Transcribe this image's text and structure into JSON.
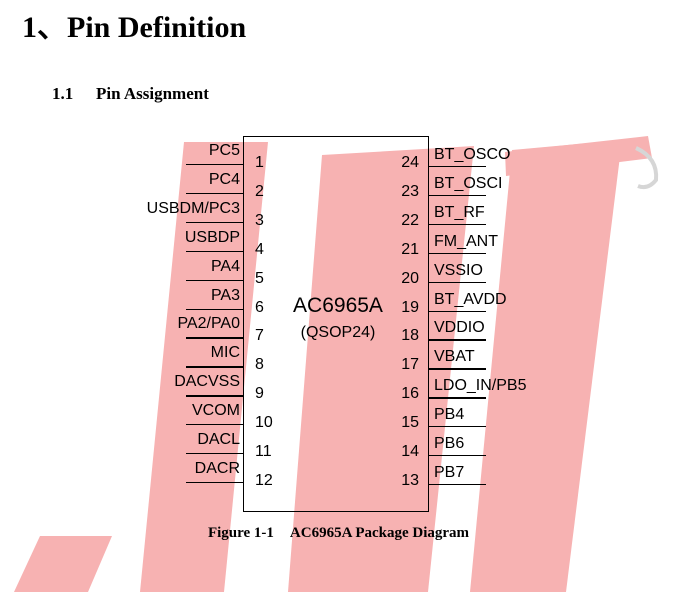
{
  "heading": {
    "number": "1、",
    "title": "Pin Definition"
  },
  "subheading": {
    "number": "1.1",
    "title": "Pin Assignment"
  },
  "chip": {
    "name": "AC6965A",
    "package": "(QSOP24)"
  },
  "pins_left": [
    {
      "num": "1",
      "label": "PC5"
    },
    {
      "num": "2",
      "label": "PC4"
    },
    {
      "num": "3",
      "label": "USBDM/PC3"
    },
    {
      "num": "4",
      "label": "USBDP"
    },
    {
      "num": "5",
      "label": "PA4"
    },
    {
      "num": "6",
      "label": "PA3"
    },
    {
      "num": "7",
      "label": "PA2/PA0"
    },
    {
      "num": "8",
      "label": "MIC"
    },
    {
      "num": "9",
      "label": "DACVSS"
    },
    {
      "num": "10",
      "label": "VCOM"
    },
    {
      "num": "11",
      "label": "DACL"
    },
    {
      "num": "12",
      "label": "DACR"
    }
  ],
  "pins_right": [
    {
      "num": "24",
      "label": "BT_OSCO"
    },
    {
      "num": "23",
      "label": "BT_OSCI"
    },
    {
      "num": "22",
      "label": "BT_RF"
    },
    {
      "num": "21",
      "label": "FM_ANT"
    },
    {
      "num": "20",
      "label": "VSSIO"
    },
    {
      "num": "19",
      "label": "BT_AVDD"
    },
    {
      "num": "18",
      "label": "VDDIO"
    },
    {
      "num": "17",
      "label": "VBAT"
    },
    {
      "num": "16",
      "label": "LDO_IN/PB5"
    },
    {
      "num": "15",
      "label": "PB4"
    },
    {
      "num": "14",
      "label": "PB6"
    },
    {
      "num": "13",
      "label": "PB7"
    }
  ],
  "caption": {
    "number": "Figure 1-1",
    "text": "AC6965A Package Diagram"
  },
  "colors": {
    "watermark": "#f7b2b2",
    "ink": "#000000"
  }
}
